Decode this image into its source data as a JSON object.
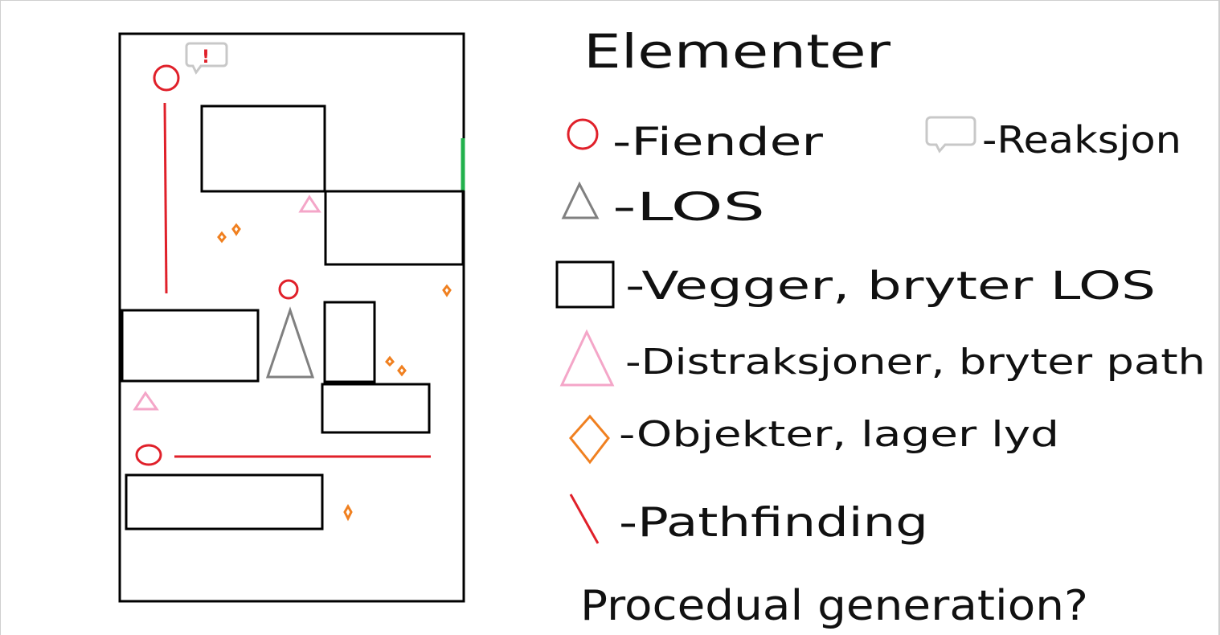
{
  "title": "Elementer",
  "legend": [
    {
      "id": "enemy",
      "label": "-Fiender"
    },
    {
      "id": "reaction",
      "label": "-Reaksjon"
    },
    {
      "id": "los",
      "label": "-LOS"
    },
    {
      "id": "walls",
      "label": "-Vegger, bryter LOS"
    },
    {
      "id": "distraction",
      "label": "-Distraksjoner, bryter path"
    },
    {
      "id": "objects",
      "label": "-Objekter, lager lyd"
    },
    {
      "id": "pathfinding",
      "label": "-Pathfinding"
    }
  ],
  "footer_note": "Procedual generation?",
  "reaction_bubble_text": "!",
  "colors": {
    "enemy": "#e0202a",
    "pathfinding": "#e0202a",
    "reaction": "#c8c8c8",
    "los": "#808080",
    "wall": "#000000",
    "distraction": "#f4a6c8",
    "object": "#f08020",
    "exit": "#22b14c"
  }
}
